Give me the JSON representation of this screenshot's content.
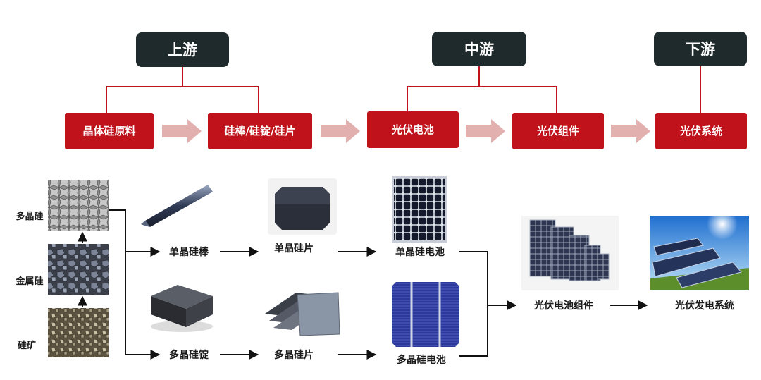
{
  "stages": {
    "upstream": "上游",
    "midstream": "中游",
    "downstream": "下游"
  },
  "chain": {
    "crystal_silicon_material": "晶体硅原料",
    "ingot_wafer": "硅棒/硅锭/硅片",
    "pv_cell": "光伏电池",
    "pv_module": "光伏组件",
    "pv_system": "光伏系统"
  },
  "process": {
    "polysilicon": "多晶硅",
    "metallic_silicon": "金属硅",
    "silica_ore": "硅矿",
    "mono_rod": "单晶硅棒",
    "mono_wafer": "单晶硅片",
    "mono_cell": "单晶硅电池",
    "multi_ingot": "多晶硅锭",
    "multi_wafer": "多晶硅片",
    "multi_cell": "多晶硅电池",
    "cell_module": "光伏电池组件",
    "generation_system": "光伏发电系统"
  },
  "colors": {
    "stage_bg": "#1f2a2c",
    "chain_red": "#c0121b",
    "connector_red": "#c0121b",
    "flow_arrow": "#e3b0b0",
    "text_dark": "#1a1a1a"
  }
}
